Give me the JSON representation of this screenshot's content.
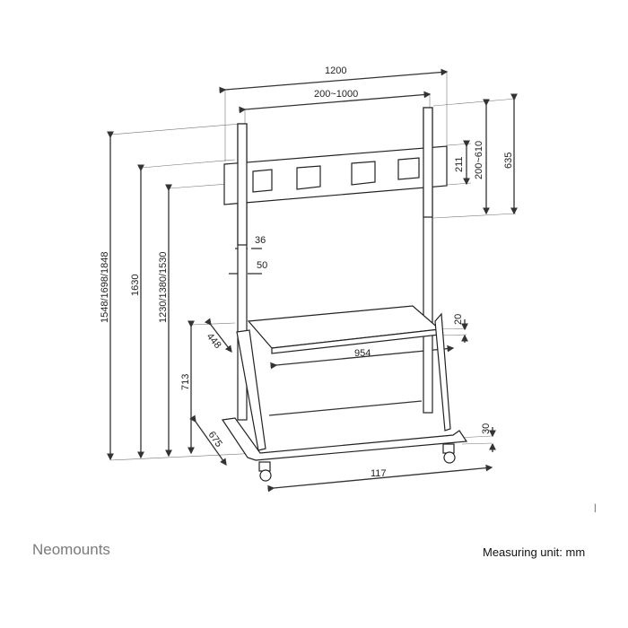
{
  "brand": "Neomounts",
  "measuring_unit": "Measuring unit: mm",
  "corner_mark": "|",
  "dimensions": {
    "total_width": "1200",
    "vesa_width": "200~1000",
    "plate_height": "211",
    "vesa_height": "200~610",
    "upright_mount_height": "635",
    "total_height": "1548/1698/1848",
    "height_1630": "1630",
    "center_heights": "1230/1380/1530",
    "upright_width": "36",
    "hole_spacing": "50",
    "shelf_depth": "448",
    "shelf_width": "954",
    "shelf_thickness": "20",
    "shelf_height": "713",
    "base_depth": "675",
    "base_width": "117",
    "base_thickness": "30"
  }
}
